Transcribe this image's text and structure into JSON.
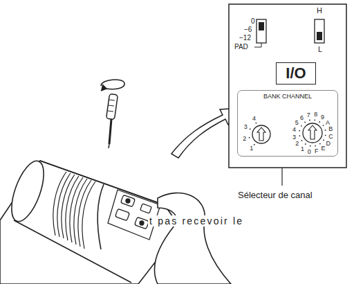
{
  "diagram": {
    "nodes": [
      {
        "text": [
          "0",
          "−6",
          "−12",
          "PAD",
          "H",
          "L"
        ]
      },
      {
        "text": [
          "I/O"
        ],
        "in": 0
      },
      {
        "text": [
          "BANK CHANNEL"
        ],
        "in": 0
      }
    ],
    "labels": [
      "1",
      "2",
      "3",
      "4",
      "0",
      "1",
      "2",
      "3",
      "4",
      "5",
      "6",
      "7",
      "8",
      "9",
      "A",
      "B",
      "C",
      "D",
      "E",
      "F",
      "Sélecteur de canal",
      "t pas recevoir le"
    ]
  }
}
